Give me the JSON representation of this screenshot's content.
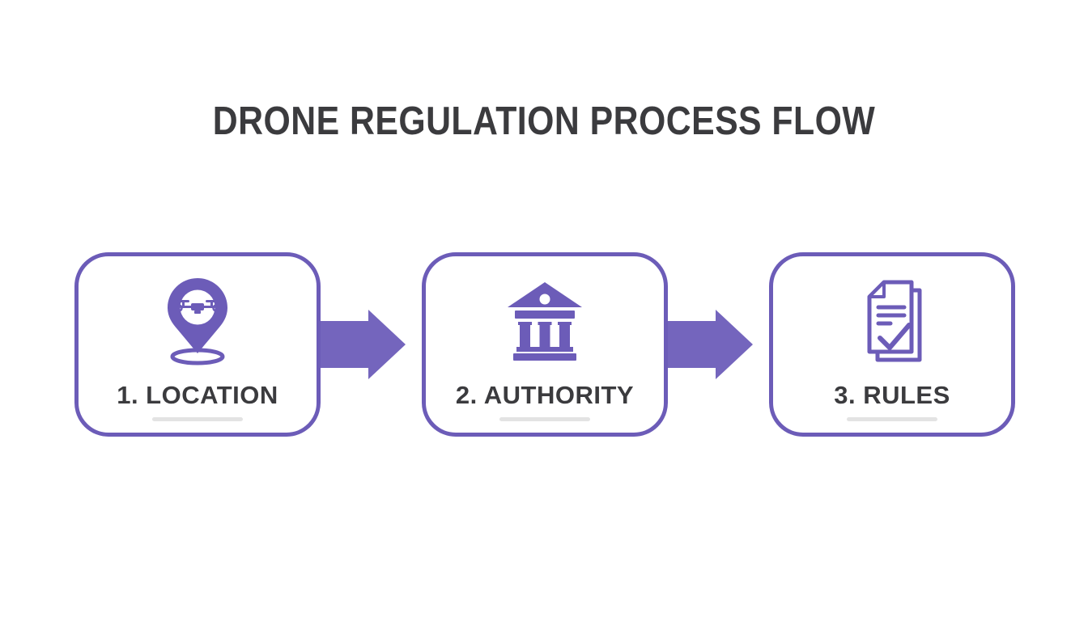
{
  "title": "DRONE REGULATION PROCESS FLOW",
  "steps": [
    {
      "label": "1. LOCATION",
      "icon": "location-pin-drone-icon"
    },
    {
      "label": "2. AUTHORITY",
      "icon": "government-building-icon"
    },
    {
      "label": "3. RULES",
      "icon": "rules-document-check-icon"
    }
  ],
  "colors": {
    "accent_purple": "#6c5cb8",
    "arrow_purple": "#7465bd",
    "text_dark": "#3b3b3e",
    "underline_gray": "#e3e3e3",
    "background": "#ffffff"
  }
}
